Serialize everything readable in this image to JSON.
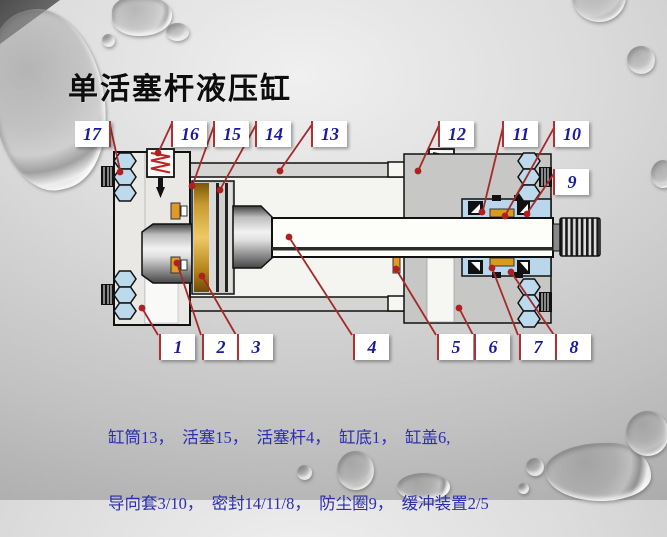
{
  "slide": {
    "title": "单活塞杆液压缸",
    "caption_line1": "缸筒13，  活塞15，  活塞杆4，  缸底1，  缸盖6,",
    "caption_line2": "导向套3/10，  密封14/11/8，  防尘圈9，  缓冲装置2/5"
  },
  "callouts": [
    {
      "num": "17"
    },
    {
      "num": "16"
    },
    {
      "num": "15"
    },
    {
      "num": "14"
    },
    {
      "num": "13"
    },
    {
      "num": "12"
    },
    {
      "num": "11"
    },
    {
      "num": "10"
    },
    {
      "num": "9"
    },
    {
      "num": "1"
    },
    {
      "num": "2"
    },
    {
      "num": "3"
    },
    {
      "num": "4"
    },
    {
      "num": "5"
    },
    {
      "num": "6"
    },
    {
      "num": "7"
    },
    {
      "num": "8"
    }
  ],
  "colors": {
    "callout_red": "#a52a2a",
    "label_blue": "#1b1b9e",
    "caption_blue": "#2e2eae",
    "gold_band": "#d9a73a",
    "gland_blue": "#b9d6ea"
  }
}
